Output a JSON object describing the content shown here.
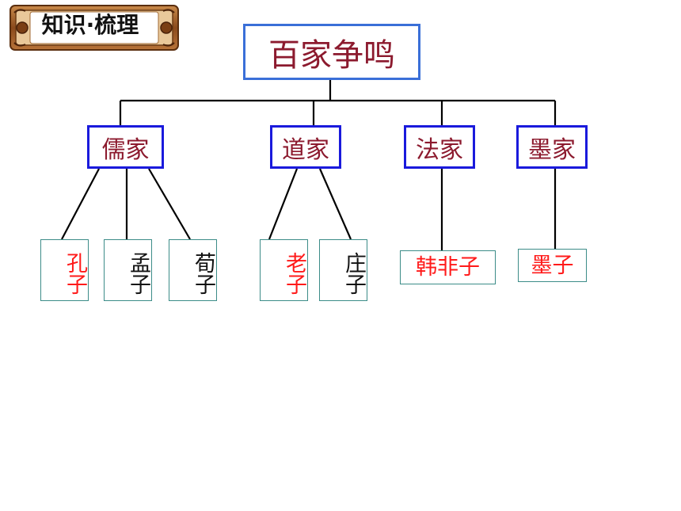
{
  "badge": {
    "label": "知识·梳理"
  },
  "root": {
    "label": "百家争鸣"
  },
  "colors": {
    "accent_red": "#ff1a1a",
    "dark_text": "#111111",
    "school_text": "#8c1a2e"
  },
  "schools": [
    {
      "label": "儒家",
      "members": [
        {
          "name": "孔子",
          "highlight": true
        },
        {
          "name": "孟子",
          "highlight": false
        },
        {
          "name": "荀子",
          "highlight": false
        }
      ]
    },
    {
      "label": "道家",
      "members": [
        {
          "name": "老子",
          "highlight": true
        },
        {
          "name": "庄子",
          "highlight": false
        }
      ]
    },
    {
      "label": "法家",
      "members": [
        {
          "name": "韩非子",
          "highlight": true
        }
      ]
    },
    {
      "label": "墨家",
      "members": [
        {
          "name": "墨子",
          "highlight": true
        }
      ]
    }
  ]
}
